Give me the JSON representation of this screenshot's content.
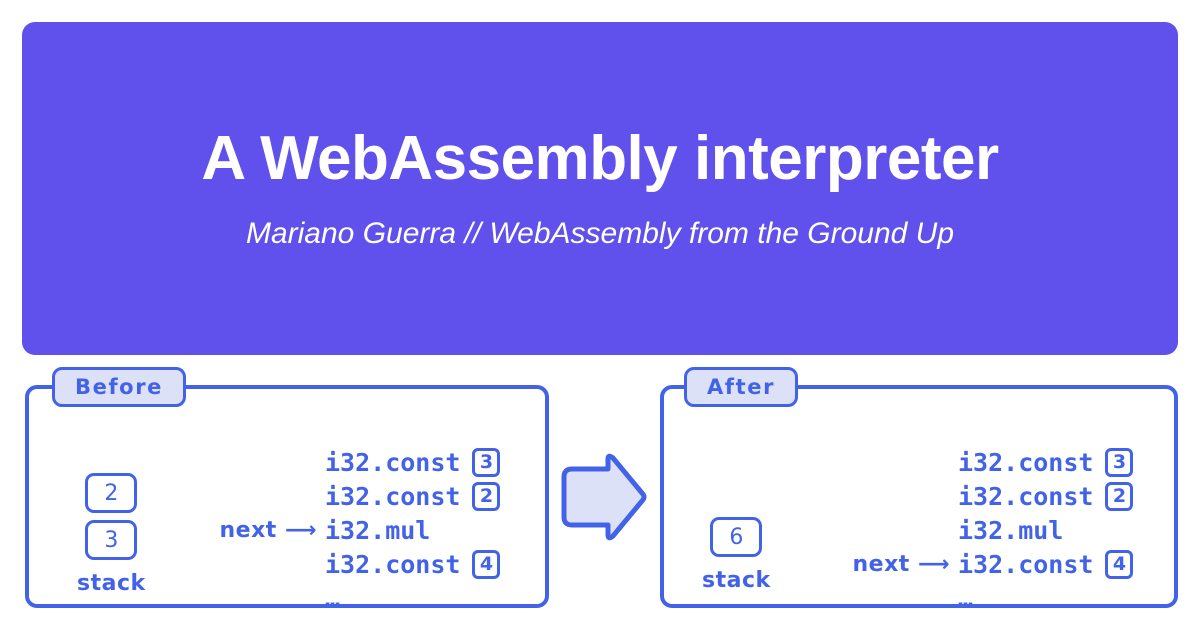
{
  "header": {
    "title": "A WebAssembly interpreter",
    "subtitle": "Mariano Guerra // WebAssembly from the Ground Up",
    "background_color": "#6050ec",
    "text_color": "#ffffff"
  },
  "theme": {
    "accent_blue": "#4263e8",
    "tab_fill": "#dde1f7",
    "page_background": "#ffffff"
  },
  "diagram": {
    "transition_arrow": "right-arrow",
    "panels": [
      {
        "tab_label": "Before",
        "stack": {
          "caption": "stack",
          "cells": [
            "2",
            "3"
          ]
        },
        "instructions": [
          {
            "pointer": "",
            "name": "i32.const",
            "immediate": "3"
          },
          {
            "pointer": "",
            "name": "i32.const",
            "immediate": "2"
          },
          {
            "pointer": "next ⟶",
            "name": "i32.mul",
            "immediate": ""
          },
          {
            "pointer": "",
            "name": "i32.const",
            "immediate": "4"
          }
        ],
        "ellipsis": "…"
      },
      {
        "tab_label": "After",
        "stack": {
          "caption": "stack",
          "cells": [
            "6"
          ]
        },
        "instructions": [
          {
            "pointer": "",
            "name": "i32.const",
            "immediate": "3"
          },
          {
            "pointer": "",
            "name": "i32.const",
            "immediate": "2"
          },
          {
            "pointer": "",
            "name": "i32.mul",
            "immediate": ""
          },
          {
            "pointer": "next ⟶",
            "name": "i32.const",
            "immediate": "4"
          }
        ],
        "ellipsis": "…"
      }
    ]
  }
}
